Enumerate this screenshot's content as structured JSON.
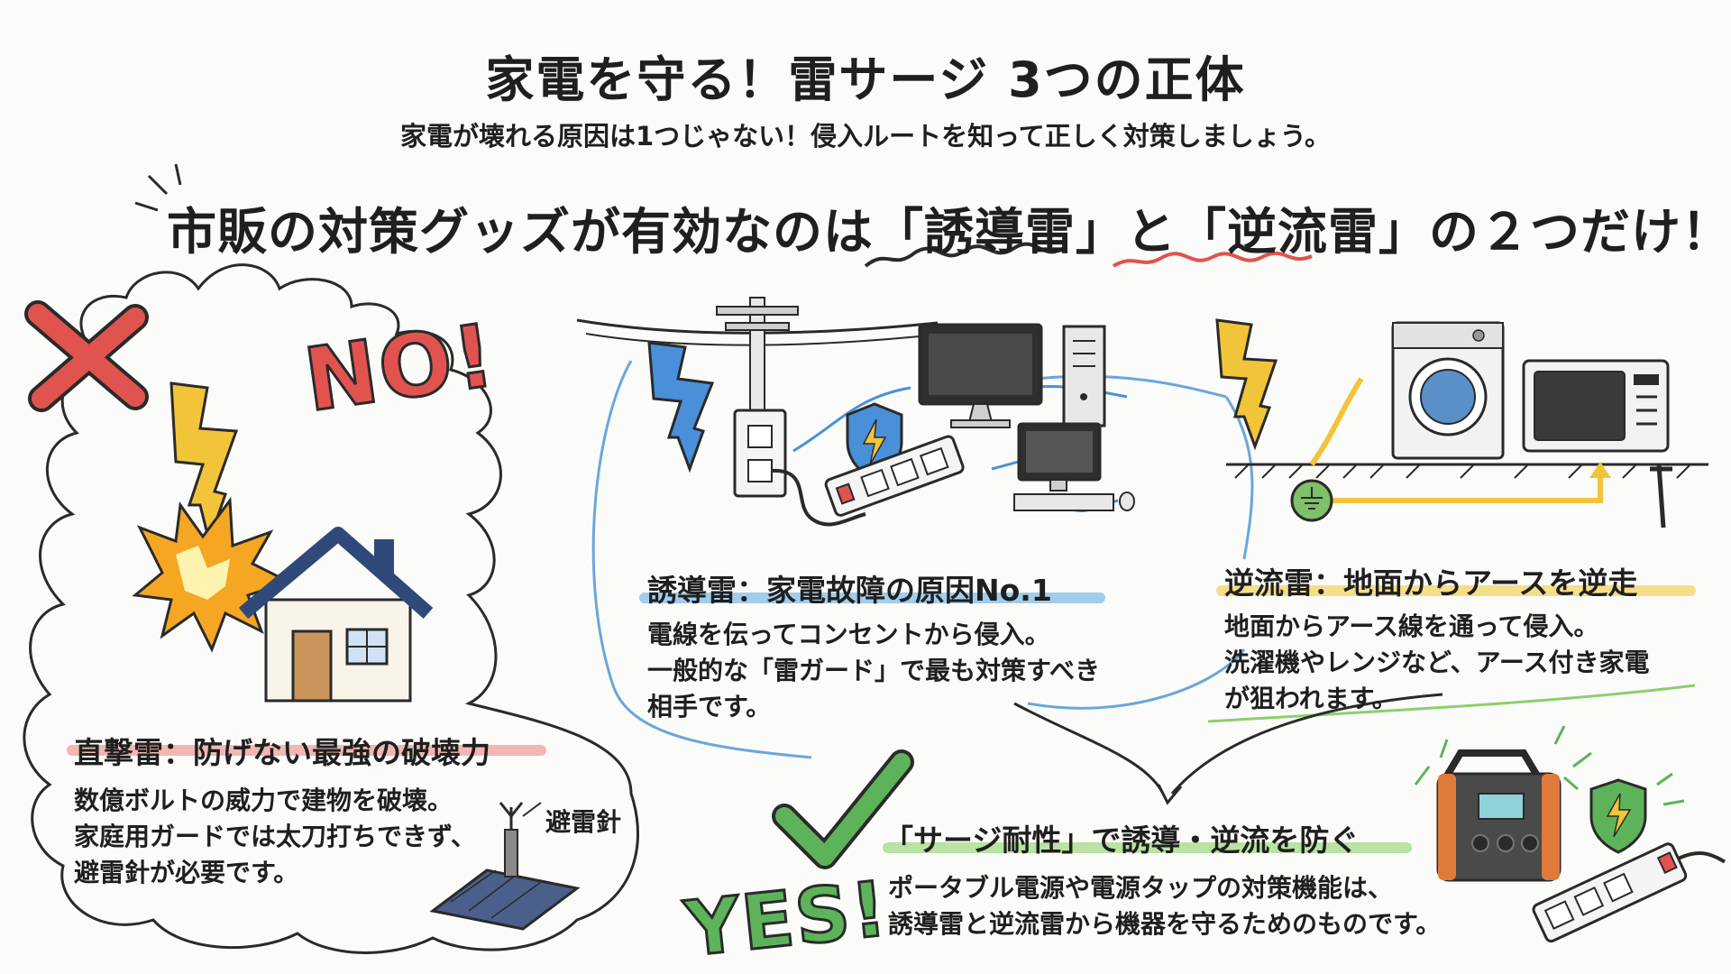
{
  "header": {
    "title": "家電を守る！雷サージ 3つの正体",
    "subtitle": "家電が壊れる原因は1つじゃない！侵入ルートを知って正しく対策しましょう。",
    "headline": "市販の対策グッズが有効なのは「誘導雷」と「逆流雷」の２つだけ！"
  },
  "direct": {
    "stamp": "NO!",
    "title": "直撃雷：防げない最強の破壊力",
    "lines": [
      "数億ボルトの威力で建物を破壊。",
      "家庭用ガードでは太刀打ちできず、",
      "避雷針が必要です。"
    ],
    "rod_label": "避雷針"
  },
  "induced": {
    "title": "誘導雷：家電故障の原因No.1",
    "lines": [
      "電線を伝ってコンセントから侵入。",
      "一般的な「雷ガード」で最も対策すべき",
      "相手です。"
    ]
  },
  "reverse": {
    "title": "逆流雷：地面からアースを逆走",
    "lines": [
      "地面からアース線を通って侵入。",
      "洗濯機やレンジなど、アース付き家電",
      "が狙われます。"
    ]
  },
  "solution": {
    "stamp": "YES!",
    "title": "「サージ耐性」で誘導・逆流を防ぐ",
    "lines": [
      "ポータブル電源や電源タップの対策機能は、",
      "誘導雷と逆流雷から機器を守るためのものです。"
    ]
  },
  "icons": [
    "cross-mark-icon",
    "lightning-icon",
    "explosion-icon",
    "house-icon",
    "lightning-rod-icon",
    "utility-pole-icon",
    "wall-outlet-icon",
    "shield-lightning-icon",
    "power-strip-icon",
    "monitor-icon",
    "pc-tower-icon",
    "desktop-computer-icon",
    "ground-symbol-icon",
    "washing-machine-icon",
    "microwave-icon",
    "check-mark-icon",
    "portable-power-station-icon"
  ],
  "colors": {
    "red": "#e0534f",
    "blue": "#4a90d9",
    "yellow": "#f2c43a",
    "green": "#5db359",
    "navy": "#2f4a7a"
  }
}
